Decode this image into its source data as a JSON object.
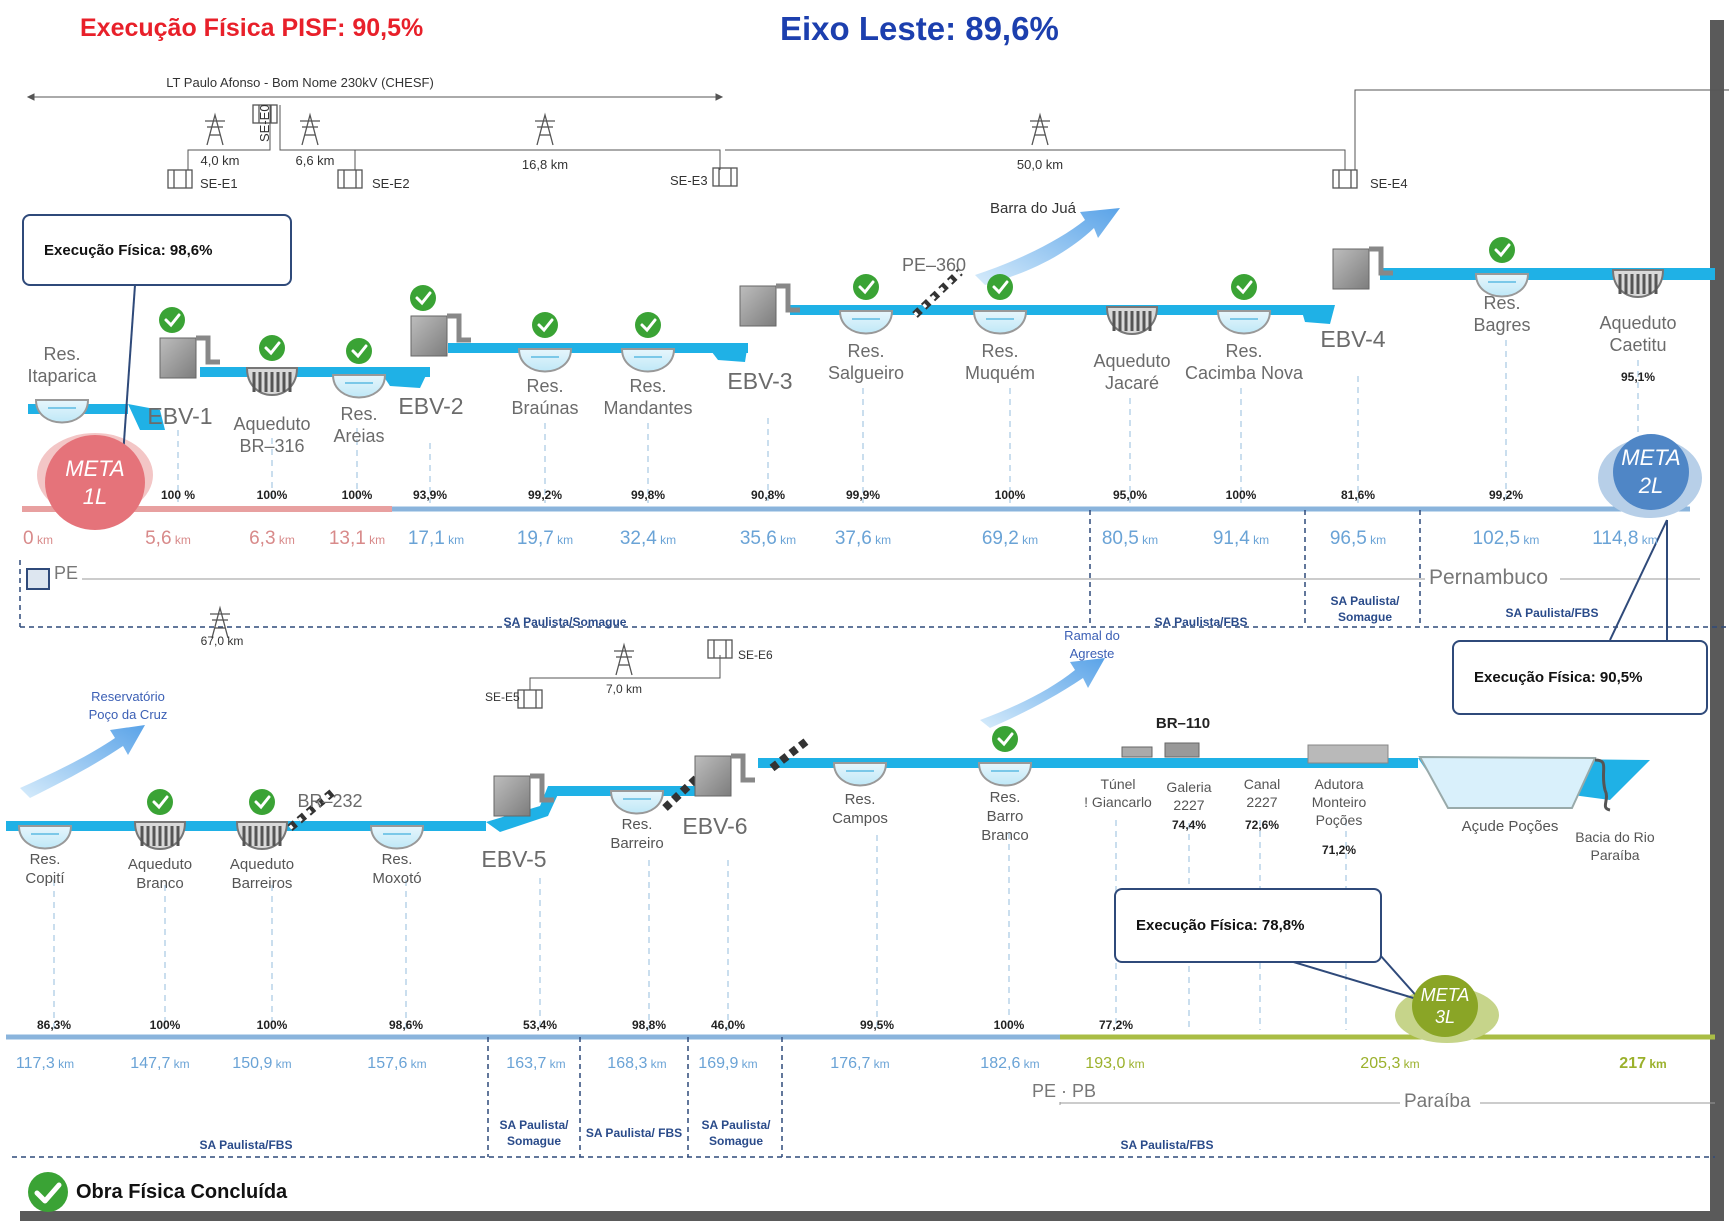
{
  "header": {
    "pisf_execution": "Execução Física PISF: 90,5%",
    "eixo_title": "Eixo Leste: 89,6%"
  },
  "top_power": {
    "line_name": "LT Paulo Afonso - Bom Nome 230kV (CHESF)",
    "substations": [
      "SE-E1",
      "SE-E0",
      "SE-E2",
      "SE-E3",
      "SE-E4"
    ],
    "distances": [
      "4,0 km",
      "6,6 km",
      "16,8 km",
      "50,0 km"
    ]
  },
  "row1": {
    "callout_meta1": "Execução Física: 98,6%",
    "callout_meta2": "Execução Física: 90,5%",
    "meta1": [
      "META",
      "1L"
    ],
    "meta2": [
      "META",
      "2L"
    ],
    "barra_do_jua": "Barra do Juá",
    "pe360": "PE–360",
    "structures": [
      {
        "name": "Res.\nItaparica",
        "pct": "",
        "km": "0",
        "check": false
      },
      {
        "name": "EBV-1",
        "pct": "100 %",
        "km": "5,6",
        "check": true
      },
      {
        "name": "Aqueduto\nBR–316",
        "pct": "100%",
        "km": "6,3",
        "check": true
      },
      {
        "name": "Res.\nAreias",
        "pct": "100%",
        "km": "13,1",
        "check": true
      },
      {
        "name": "EBV-2",
        "pct": "93,9%",
        "km": "17,1",
        "check": true
      },
      {
        "name": "Res.\nBraúnas",
        "pct": "99,2%",
        "km": "19,7",
        "check": true
      },
      {
        "name": "Res.\nMandantes",
        "pct": "99,8%",
        "km": "32,4",
        "check": true
      },
      {
        "name": "EBV-3",
        "pct": "90,8%",
        "km": "35,6",
        "check": false
      },
      {
        "name": "Res.\nSalgueiro",
        "pct": "99,9%",
        "km": "37,6",
        "check": true
      },
      {
        "name": "Res.\nMuquém",
        "pct": "100%",
        "km": "69,2",
        "check": true
      },
      {
        "name": "Aqueduto\nJacaré",
        "pct": "95,0%",
        "km": "80,5",
        "check": false
      },
      {
        "name": "Res.\nCacimba Nova",
        "pct": "100%",
        "km": "91,4",
        "check": true
      },
      {
        "name": "EBV-4",
        "pct": "81,6%",
        "km": "96,5",
        "check": false
      },
      {
        "name": "Res.\nBagres",
        "pct": "99,2%",
        "km": "102,5",
        "check": true
      },
      {
        "name": "Aqueduto\nCaetitu",
        "pct": "95,1%",
        "km": "114,8",
        "check": false
      }
    ],
    "km_unit": "km",
    "state_abbr": "PE",
    "state_name": "Pernambuco",
    "contractors": [
      "SA Paulista/Somague",
      "SA Paulista/FBS",
      "SA Paulista/\nSomague",
      "SA Paulista/FBS"
    ]
  },
  "row2": {
    "tower_distance": "67,0 km",
    "se5": "SE-E5",
    "se6": "SE-E6",
    "tower_distance2": "7,0 km",
    "ramal": "Ramal do\nAgreste",
    "reservatorio": "Reservatório\nPoço da Cruz",
    "br232": "BR–232",
    "br110": "BR–110",
    "callout_meta3": "Execução Física: 78,8%",
    "meta3": [
      "META",
      "3L"
    ],
    "structures": [
      {
        "name": "Res.\nCopití",
        "pct": "86,3%",
        "km": "117,3",
        "check": false
      },
      {
        "name": "Aqueduto\nBranco",
        "pct": "100%",
        "km": "147,7",
        "check": true
      },
      {
        "name": "Aqueduto\nBarreiros",
        "pct": "100%",
        "km": "150,9",
        "check": true
      },
      {
        "name": "Res.\nMoxotó",
        "pct": "98,6%",
        "km": "157,6",
        "check": false
      },
      {
        "name": "EBV-5",
        "pct": "53,4%",
        "km": "163,7",
        "check": false
      },
      {
        "name": "Res.\nBarreiro",
        "pct": "98,8%",
        "km": "168,3",
        "check": false
      },
      {
        "name": "EBV-6",
        "pct": "46,0%",
        "km": "169,9",
        "check": false
      },
      {
        "name": "Res.\nCampos",
        "pct": "99,5%",
        "km": "176,7",
        "check": false
      },
      {
        "name": "Res.\nBarro\nBranco",
        "pct": "100%",
        "km": "182,6",
        "check": true
      },
      {
        "name": "Túnel\n! Giancarlo",
        "pct": "77,2%",
        "km": "193,0",
        "check": false
      },
      {
        "name": "Galeria\n2227",
        "pct": "74,4%",
        "km": "",
        "check": false
      },
      {
        "name": "Canal\n2227",
        "pct": "72,6%",
        "km": "",
        "check": false
      },
      {
        "name": "Adutora\nMonteiro\nPoções",
        "pct": "71,2%",
        "km": "205,3",
        "check": false
      },
      {
        "name": "Açude Poções",
        "pct": "",
        "km": "",
        "check": false
      },
      {
        "name": "Bacia do Rio\nParaíba",
        "pct": "",
        "km": "217",
        "check": false
      }
    ],
    "state_abbr": "PE · PB",
    "state_name": "Paraíba",
    "contractors": [
      "SA Paulista/FBS",
      "SA Paulista/\nSomague",
      "SA Paulista/ FBS",
      "SA Paulista/\nSomague",
      "SA Paulista/FBS"
    ]
  },
  "legend": "Obra Física Concluída",
  "colors": {
    "canal": "#1fb1e6",
    "red_line": "#e8a0a0",
    "blue_line": "#8ab4dc",
    "green_line": "#a9bd45",
    "check": "#3aa335"
  }
}
